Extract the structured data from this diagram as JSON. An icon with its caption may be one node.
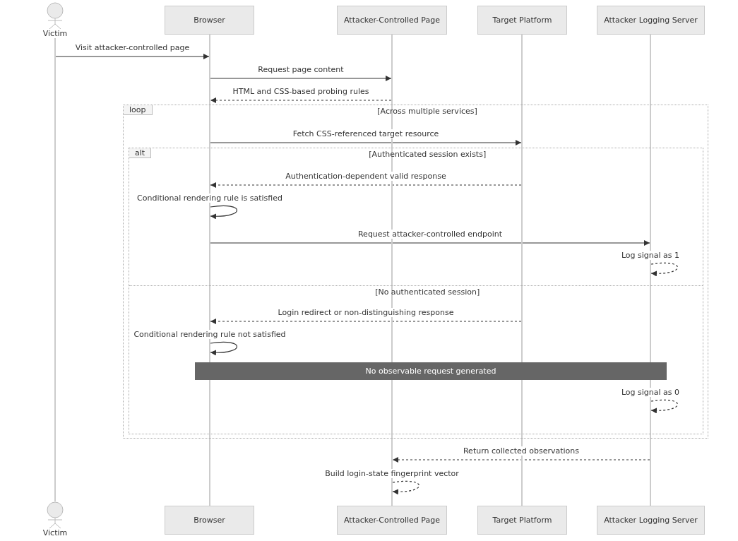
{
  "diagram": {
    "nodes": [
      {
        "text": [
          "Victim"
        ]
      },
      {
        "text": [
          "Browser"
        ]
      },
      {
        "text": [
          "Attacker-Controlled Page"
        ]
      },
      {
        "text": [
          "Target Platform"
        ]
      },
      {
        "text": [
          "Attacker Logging Server"
        ]
      },
      {
        "text": [
          "Victim"
        ]
      },
      {
        "text": [
          "Browser"
        ]
      },
      {
        "text": [
          "Attacker-Controlled Page"
        ]
      },
      {
        "text": [
          "Target Platform"
        ]
      },
      {
        "text": [
          "Attacker Logging Server"
        ]
      },
      {
        "text": [
          "loop",
          "[Across multiple services]"
        ]
      },
      {
        "text": [
          "alt",
          "[Authenticated session exists]",
          "[No authenticated session]"
        ],
        "in": 10
      },
      {
        "text": [
          "No observable request generated"
        ],
        "in": 11
      },
      {
        "text": [],
        "shape": "line"
      },
      {
        "text": [],
        "shape": "line"
      },
      {
        "text": [],
        "shape": "line"
      },
      {
        "text": [],
        "shape": "line"
      },
      {
        "text": [],
        "shape": "line"
      }
    ],
    "edges": [
      {
        "from": 13,
        "to": 14,
        "arrow": "to",
        "label": "Visit attacker-controlled page"
      },
      {
        "from": 14,
        "to": 15,
        "arrow": "to",
        "label": "Request page content"
      },
      {
        "from": 15,
        "to": 14,
        "arrow": "to",
        "label": "HTML and CSS-based probing rules",
        "style": "dashed"
      },
      {
        "from": 14,
        "to": 16,
        "arrow": "to",
        "label": "Fetch CSS-referenced target resource"
      },
      {
        "from": 16,
        "to": 14,
        "arrow": "to",
        "label": "Authentication-dependent valid response",
        "style": "dashed"
      },
      {
        "from": 14,
        "to": 14,
        "arrow": "to",
        "label": "Conditional rendering rule is satisfied"
      },
      {
        "from": 14,
        "to": 17,
        "arrow": "to",
        "label": "Request attacker-controlled endpoint"
      },
      {
        "from": 17,
        "to": 17,
        "arrow": "to",
        "label": "Log signal as 1",
        "style": "dashed"
      },
      {
        "from": 16,
        "to": 14,
        "arrow": "to",
        "label": "Login redirect or non-distinguishing response",
        "style": "dashed"
      },
      {
        "from": 14,
        "to": 14,
        "arrow": "to",
        "label": "Conditional rendering rule not satisfied"
      },
      {
        "from": 17,
        "to": 17,
        "arrow": "to",
        "label": "Log signal as 0",
        "style": "dashed"
      },
      {
        "from": 17,
        "to": 15,
        "arrow": "to",
        "label": "Return collected observations",
        "style": "dashed"
      },
      {
        "from": 15,
        "to": 15,
        "arrow": "to",
        "label": "Build login-state fingerprint vector",
        "style": "dashed"
      }
    ]
  }
}
